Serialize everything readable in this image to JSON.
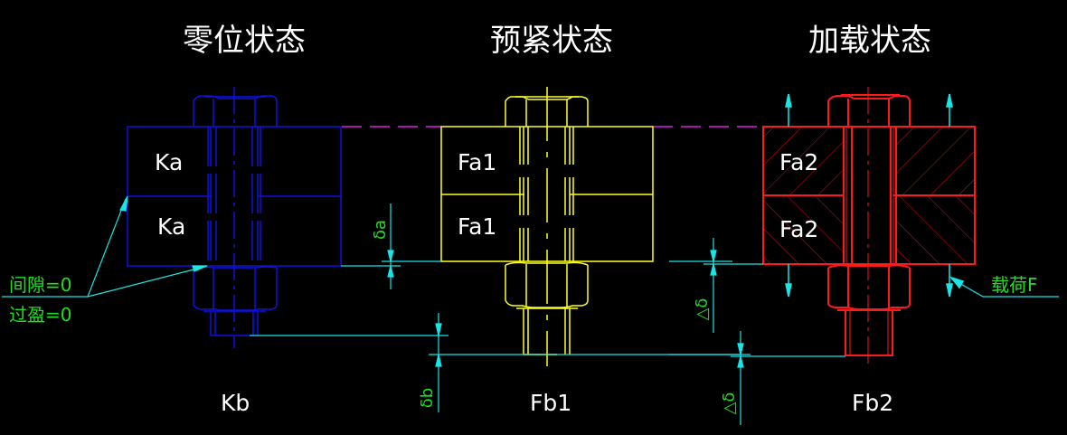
{
  "colors": {
    "background": "#000000",
    "zero_state": "#1010e0",
    "preload_state": "#ffff22",
    "load_state": "#ff1a1a",
    "dimension": "#18e6e6",
    "reference_line": "#e020e0",
    "annotation_text": "#22dd22",
    "label_text": "#ffffff"
  },
  "states": [
    {
      "title": "零位状态",
      "upper_member_label": "Ka",
      "lower_member_label": "Ka",
      "bolt_label": "Kb"
    },
    {
      "title": "预紧状态",
      "upper_member_label": "Fa1",
      "lower_member_label": "Fa1",
      "bolt_label": "Fb1"
    },
    {
      "title": "加载状态",
      "upper_member_label": "Fa2",
      "lower_member_label": "Fa2",
      "bolt_label": "Fb2"
    }
  ],
  "annotations": {
    "gap": "间隙=0",
    "interference": "过盈=0",
    "load": "载荷F"
  },
  "dimensions": {
    "member_compression": "δa",
    "bolt_elongation": "δb",
    "delta_member": "△δ",
    "delta_bolt": "△δ"
  }
}
